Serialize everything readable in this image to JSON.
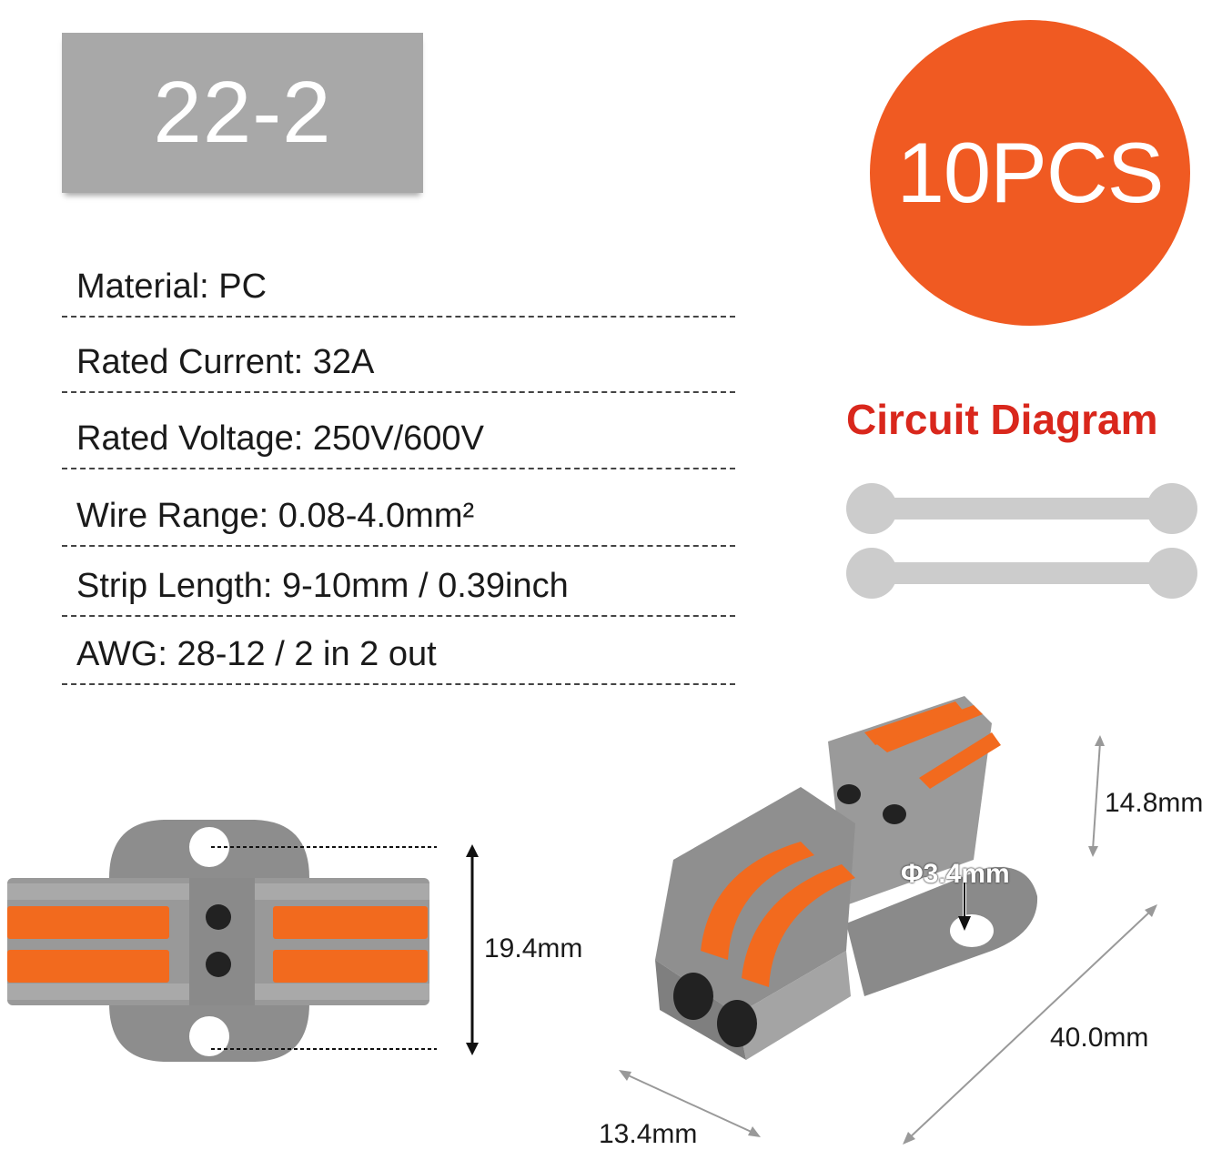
{
  "model": "22-2",
  "quantity": "10PCS",
  "specs": [
    {
      "text": "Material: PC"
    },
    {
      "text": "Rated Current: 32A"
    },
    {
      "text": "Rated Voltage: 250V/600V"
    },
    {
      "text": "Wire Range: 0.08-4.0mm²"
    },
    {
      "text": "Strip Length: 9-10mm / 0.39inch"
    },
    {
      "text": "AWG: 28-12 / 2 in 2 out"
    }
  ],
  "circuit": {
    "title": "Circuit Diagram"
  },
  "dimensions": {
    "height_front": "19.4mm",
    "height_side": "14.8mm",
    "hole": "Φ3.4mm",
    "length": "40.0mm",
    "width": "13.4mm"
  },
  "colors": {
    "accent_orange": "#f05a22",
    "title_red": "#d9271c",
    "badge_gray": "#a8a8a8",
    "body_gray": "#8a8a8a",
    "lever_orange": "#f26a1e"
  }
}
